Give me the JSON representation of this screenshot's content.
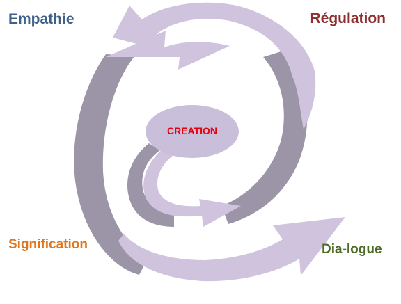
{
  "center": {
    "text": "CREATION",
    "color": "#e8000f"
  },
  "labels": {
    "empathie": {
      "text": "Empathie",
      "color": "#3e6189"
    },
    "regulation": {
      "text": "Régulation",
      "color": "#8b2f2f"
    },
    "signification": {
      "text": "Signification",
      "color": "#e0761d"
    },
    "dialogue": {
      "text": "Dia-logue",
      "color": "#4e6a28"
    }
  },
  "colors": {
    "arrow_light": "#cfc3de",
    "arrow_dark": "#9c95a8",
    "ellipse": "#c9bfdb"
  }
}
